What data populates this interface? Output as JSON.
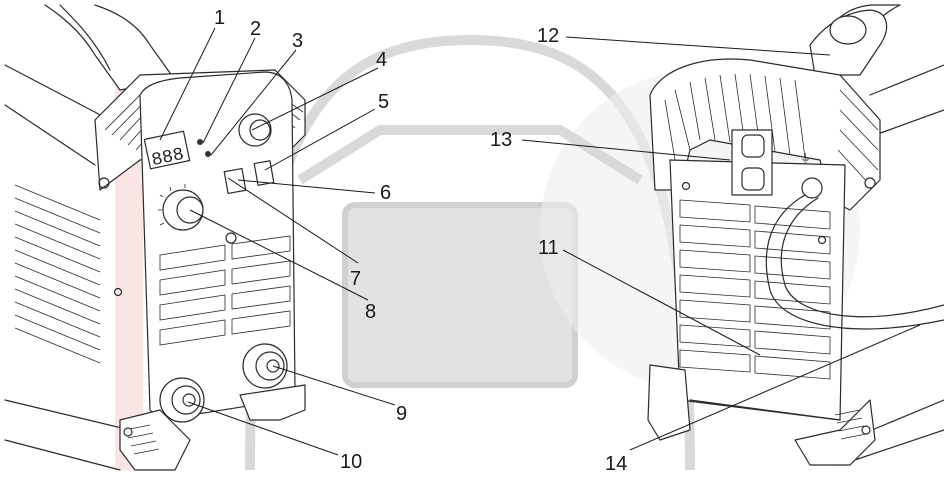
{
  "callouts": [
    {
      "id": 1,
      "text": "1"
    },
    {
      "id": 2,
      "text": "2"
    },
    {
      "id": 3,
      "text": "3"
    },
    {
      "id": 4,
      "text": "4"
    },
    {
      "id": 5,
      "text": "5"
    },
    {
      "id": 6,
      "text": "6"
    },
    {
      "id": 7,
      "text": "7"
    },
    {
      "id": 8,
      "text": "8"
    },
    {
      "id": 9,
      "text": "9"
    },
    {
      "id": 10,
      "text": "10"
    },
    {
      "id": 11,
      "text": "11"
    },
    {
      "id": 12,
      "text": "12"
    },
    {
      "id": 13,
      "text": "13"
    },
    {
      "id": 14,
      "text": "14"
    }
  ],
  "watermark_color": "#d9d9d9",
  "watermark_accent": "#f3c9c9",
  "line_color": "#2a2a2a"
}
